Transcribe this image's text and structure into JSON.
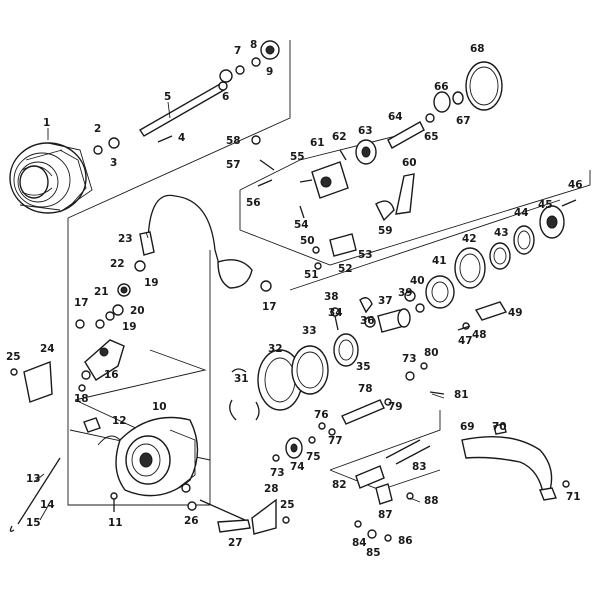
{
  "labels": {
    "p1": "1",
    "p2": "2",
    "p3": "3",
    "p4": "4",
    "p5": "5",
    "p6": "6",
    "p7": "7",
    "p8": "8",
    "p9": "9",
    "p10": "10",
    "p11": "11",
    "p12": "12",
    "p13": "13",
    "p14": "14",
    "p15": "15",
    "p16": "16",
    "p17a": "17",
    "p17b": "17",
    "p18": "18",
    "p19a": "19",
    "p19b": "19",
    "p20": "20",
    "p21": "21",
    "p22": "22",
    "p23": "23",
    "p24": "24",
    "p25a": "25",
    "p25b": "25",
    "p26": "26",
    "p27": "27",
    "p28": "28",
    "p31": "31",
    "p32": "32",
    "p33": "33",
    "p34": "34",
    "p35": "35",
    "p36": "36",
    "p37": "37",
    "p38": "38",
    "p39": "39",
    "p40": "40",
    "p41": "41",
    "p42": "42",
    "p43": "43",
    "p44": "44",
    "p45": "45",
    "p46": "46",
    "p47": "47",
    "p48": "48",
    "p49": "49",
    "p50": "50",
    "p51": "51",
    "p52": "52",
    "p53": "53",
    "p54": "54",
    "p55": "55",
    "p56": "56",
    "p57": "57",
    "p58": "58",
    "p59": "59",
    "p60": "60",
    "p61": "61",
    "p62": "62",
    "p63": "63",
    "p64": "64",
    "p65": "65",
    "p66": "66",
    "p67": "67",
    "p68": "68",
    "p69": "69",
    "p70": "70",
    "p71": "71",
    "p73a": "73",
    "p73b": "73",
    "p74": "74",
    "p75": "75",
    "p76": "76",
    "p77": "77",
    "p78": "78",
    "p79": "79",
    "p80": "80",
    "p81": "81",
    "p82": "82",
    "p83": "83",
    "p84": "84",
    "p85": "85",
    "p86": "86",
    "p87": "87",
    "p88": "88"
  }
}
